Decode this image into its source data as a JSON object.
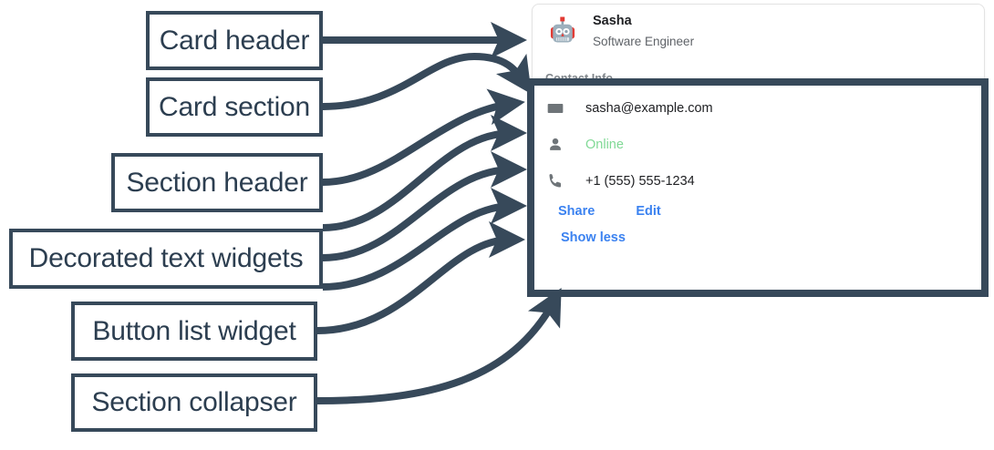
{
  "annotations": [
    {
      "label": "Card header",
      "name": "annotation-card-header"
    },
    {
      "label": "Card section",
      "name": "annotation-card-section"
    },
    {
      "label": "Section header",
      "name": "annotation-section-header"
    },
    {
      "label": "Decorated text widgets",
      "name": "annotation-decorated-text-widgets"
    },
    {
      "label": "Button list widget",
      "name": "annotation-button-list-widget"
    },
    {
      "label": "Section collapser",
      "name": "annotation-section-collapser"
    }
  ],
  "card": {
    "header": {
      "avatar_icon": "robot-avatar-icon",
      "title": "Sasha",
      "subtitle": "Software Engineer"
    },
    "section": {
      "header": "Contact Info",
      "rows": [
        {
          "icon": "email-icon",
          "text": "sasha@example.com",
          "status": false
        },
        {
          "icon": "person-icon",
          "text": "Online",
          "status": true
        },
        {
          "icon": "phone-icon",
          "text": "+1 (555) 555-1234",
          "status": false
        }
      ],
      "buttons": [
        {
          "label": "Share"
        },
        {
          "label": "Edit"
        }
      ],
      "collapser": "Show less"
    }
  },
  "colors": {
    "annotation_stroke": "#37495a",
    "link_blue": "#3b82f0",
    "status_green": "#81d996",
    "section_header_gray": "#80868b",
    "text_primary": "#202124"
  }
}
